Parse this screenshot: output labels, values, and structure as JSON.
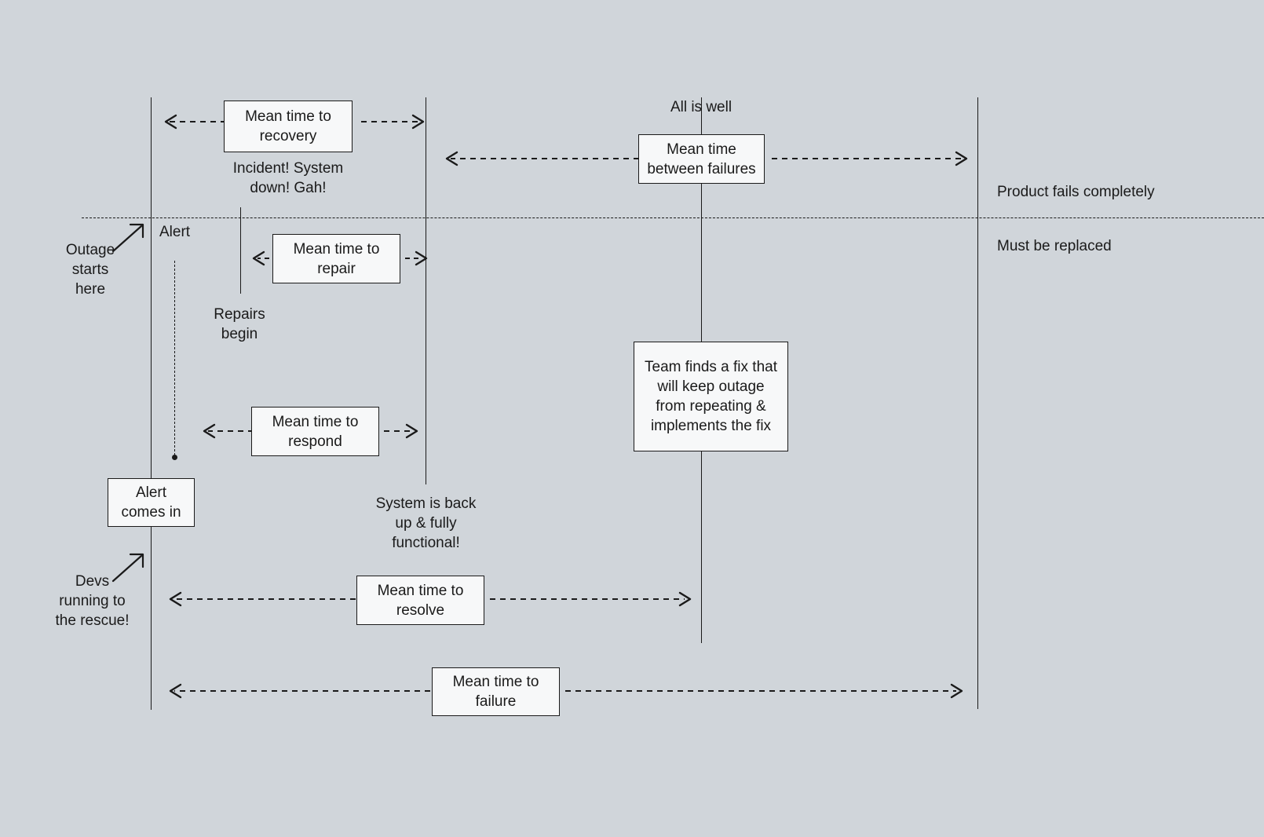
{
  "diagram": {
    "title": "Incident response timeline metrics",
    "background_color": "#d0d5da",
    "box_fill_color": "#f7f8f9",
    "stroke_color": "#1a1a1a"
  },
  "boxes": {
    "mttrecovery": "Mean time to\nrecovery",
    "mtbf": "Mean time\nbetween failures",
    "mttrepair": "Mean time to\nrepair",
    "team_fix": "Team finds a fix that\nwill keep outage from\nrepeating &\nimplements the fix",
    "mttrespond": "Mean time to\nrespond",
    "alert_comes_in": "Alert\ncomes in",
    "mttresolve": "Mean time to\nresolve",
    "mttfailure": "Mean time to\nfailure"
  },
  "labels": {
    "all_is_well": "All is well",
    "incident": "Incident! System\ndown! Gah!",
    "product_fails": "Product fails completely",
    "must_be_replaced": "Must be replaced",
    "alert": "Alert",
    "outage_starts": "Outage\nstarts\nhere",
    "repairs_begin": "Repairs\nbegin",
    "system_back_up": "System is back\nup & fully\nfunctional!",
    "devs_running": "Devs\nrunning to\nthe rescue!"
  }
}
